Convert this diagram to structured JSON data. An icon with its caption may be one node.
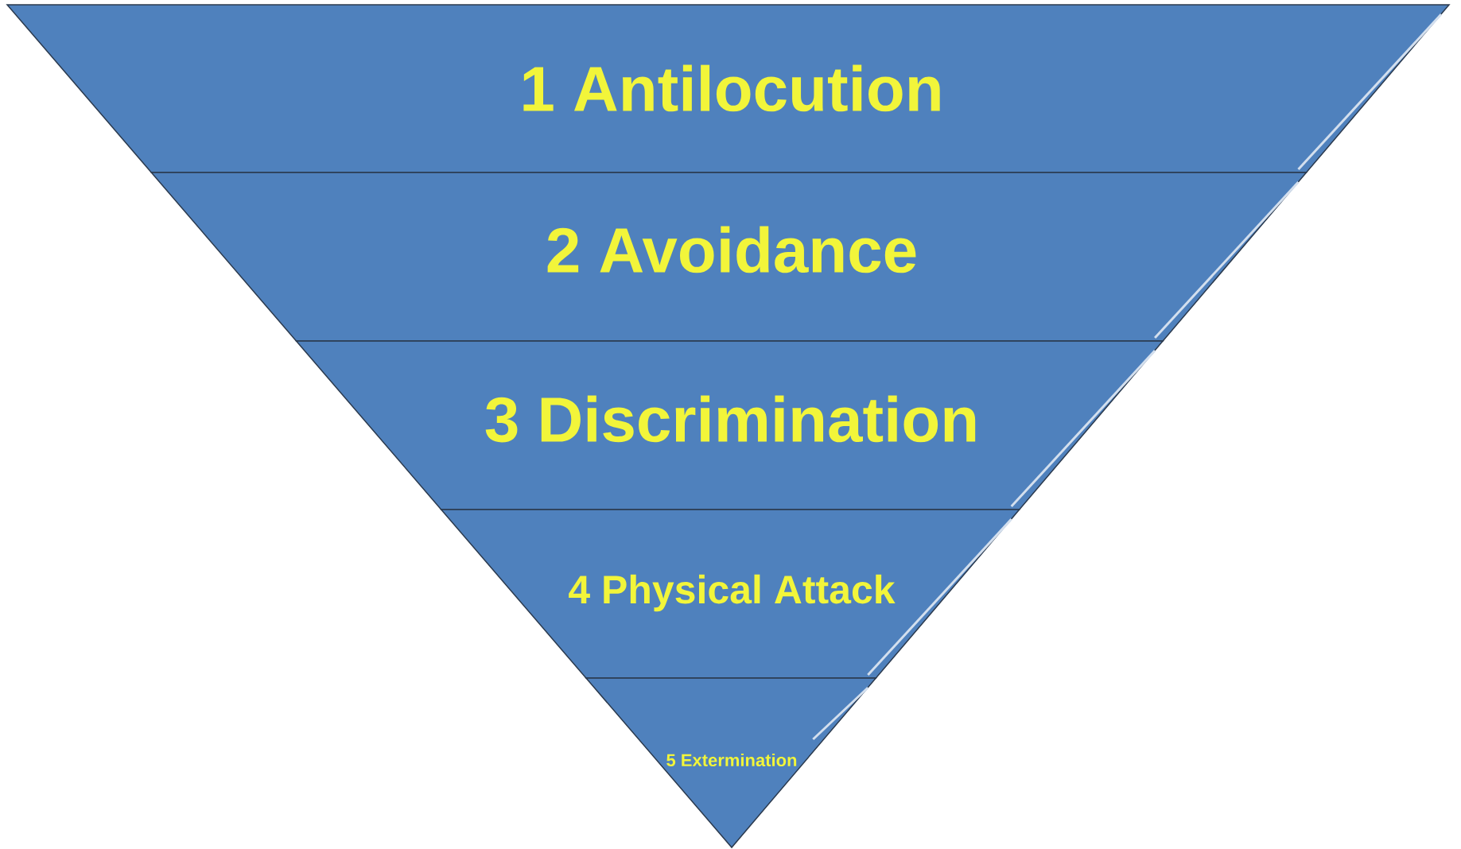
{
  "diagram": {
    "nodes": [
      {
        "text": [
          "1 Antilocution"
        ]
      },
      {
        "text": [
          "2 Avoidance"
        ]
      },
      {
        "text": [
          "3 Discrimination"
        ]
      },
      {
        "text": [
          "4 Physical Attack"
        ]
      },
      {
        "text": [
          "5 Extermination"
        ]
      }
    ]
  }
}
